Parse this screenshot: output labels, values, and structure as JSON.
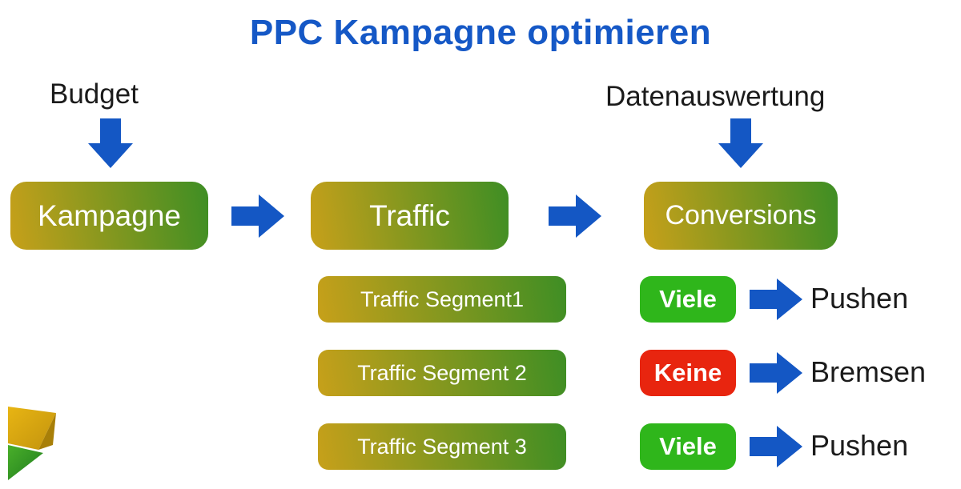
{
  "title": "PPC Kampagne optimieren",
  "inputs": {
    "budget": "Budget",
    "datenauswertung": "Datenauswertung"
  },
  "flow": {
    "kampagne": "Kampagne",
    "traffic": "Traffic",
    "conversions": "Conversions"
  },
  "segments": [
    {
      "label": "Traffic Segment1",
      "status": "Viele",
      "status_color": "#2fb61b",
      "action": "Pushen"
    },
    {
      "label": "Traffic Segment 2",
      "status": "Keine",
      "status_color": "#e8250f",
      "action": "Bremsen"
    },
    {
      "label": "Traffic Segment 3",
      "status": "Viele",
      "status_color": "#2fb61b",
      "action": "Pushen"
    }
  ],
  "colors": {
    "title_blue": "#1558c6",
    "arrow_blue": "#1457c4",
    "box_gradient_start": "#c7a01a",
    "box_gradient_end": "#3e8e24",
    "status_green": "#2fb61b",
    "status_red": "#e8250f",
    "text_dark": "#1b1b1b"
  },
  "icons": {
    "down_arrow": "down-arrow-icon",
    "right_arrow": "right-arrow-icon",
    "logo": "brand-logo"
  }
}
